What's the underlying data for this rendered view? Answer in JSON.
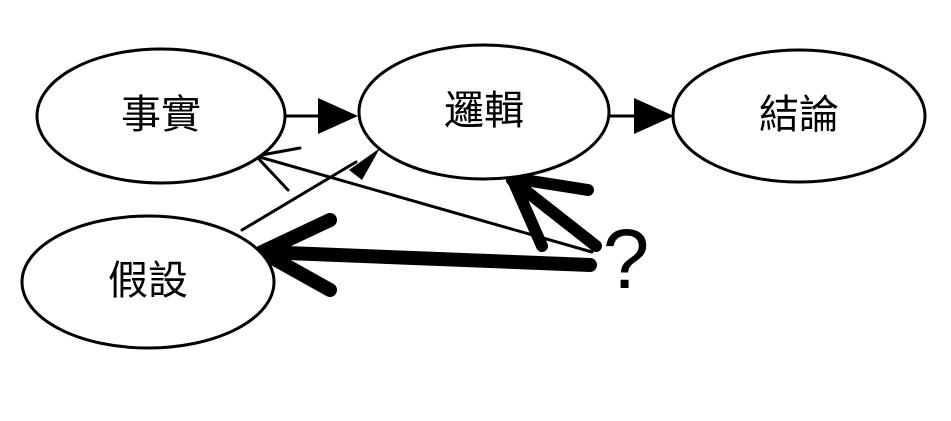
{
  "nodes": {
    "facts": {
      "label": "事實"
    },
    "logic": {
      "label": "邏輯"
    },
    "conclusion": {
      "label": "結論"
    },
    "hypothesis": {
      "label": "假設"
    }
  },
  "question": {
    "label": "?"
  },
  "colors": {
    "stroke": "#000000",
    "background": "#ffffff"
  }
}
